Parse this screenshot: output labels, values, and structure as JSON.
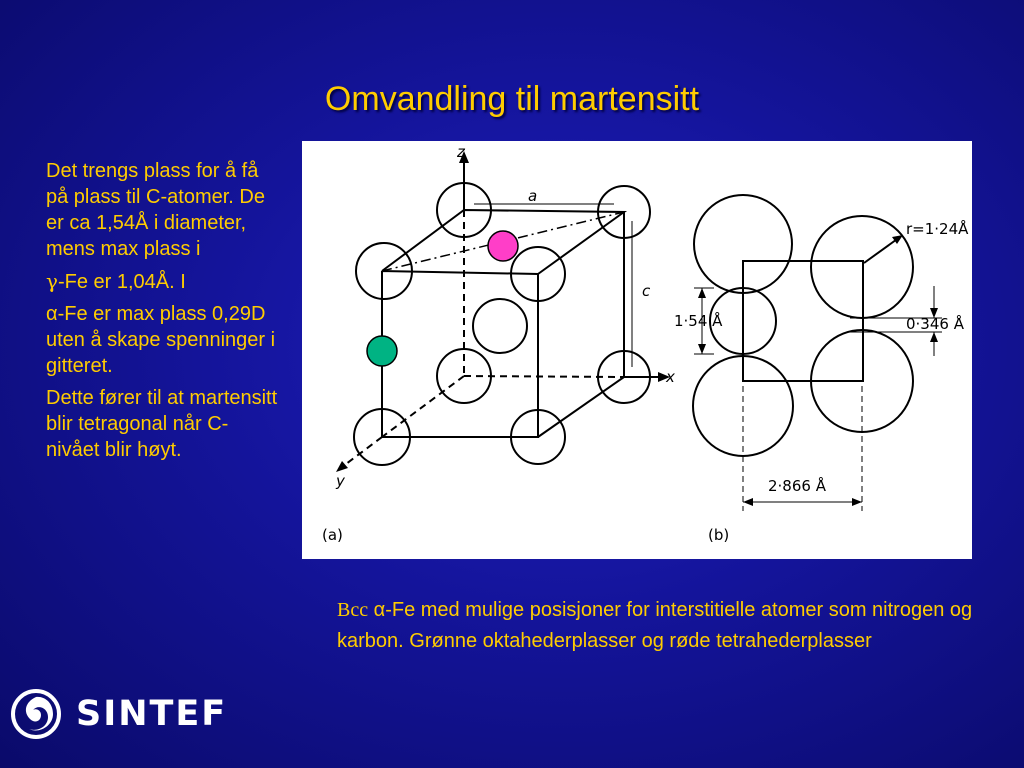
{
  "slide": {
    "title": "Omvandling til martensitt",
    "left_paragraphs": {
      "p1": "Det trengs plass for å få på plass til C-atomer. De er ca 1,54Å i diameter, mens max plass i",
      "p2_symbol": "γ",
      "p2_rest": "-Fe er 1,04Å. I",
      "p3": "α-Fe er max plass 0,29D  uten å skape spenninger i gitteret.",
      "p4": "Dette fører til at martensitt blir tetragonal når C-nivået blir høyt."
    },
    "caption": {
      "prefix": "Bcc",
      "text": " α-Fe med mulige posisjoner for interstitielle atomer som nitrogen og karbon. Grønne oktahederplasser og røde tetrahederplasser"
    },
    "figure": {
      "axis_z": "z",
      "axis_x": "x",
      "axis_y": "y",
      "label_a": "a",
      "label_c": "c",
      "panel_a": "(a)",
      "panel_b": "(b)",
      "radius_label": "r=1·24Å",
      "diameter_label": "1·54 Å",
      "gap_label": "0·346 Å",
      "width_label": "2·866 Å",
      "octahedral_color": "#00b383",
      "tetrahedral_color": "#ff3ec8"
    },
    "logo": {
      "text": "SINTEF",
      "icon": "sintef-logo-icon"
    },
    "colors": {
      "background": "#1414a0",
      "text": "#ffcc00"
    }
  }
}
